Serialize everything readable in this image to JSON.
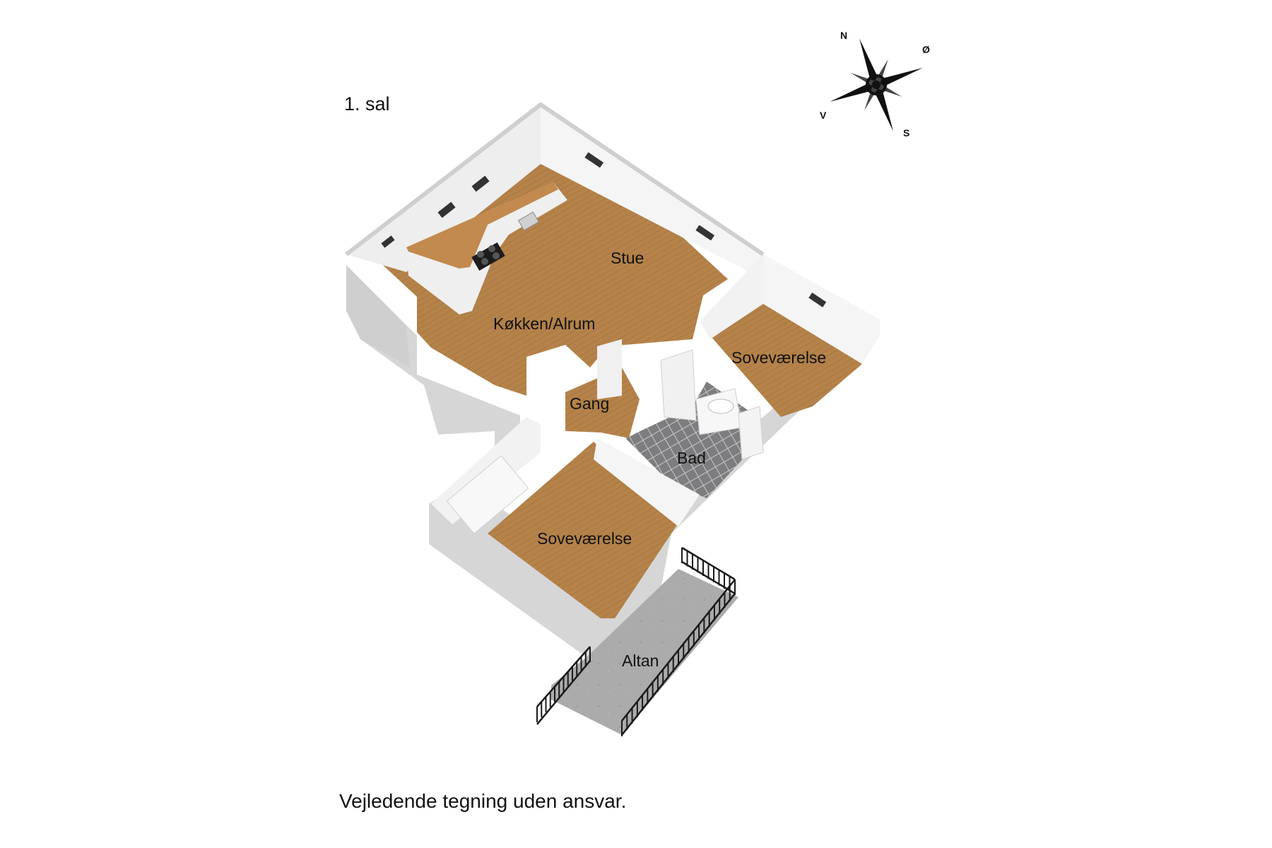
{
  "floor_title": "1. sal",
  "disclaimer": "Vejledende tegning uden ansvar.",
  "compass": {
    "n": "N",
    "e": "Ø",
    "s": "S",
    "w": "V"
  },
  "rooms": {
    "stue": "Stue",
    "kitchen": "Køkken/Alrum",
    "bedroom_east": "Soveværelse",
    "hall": "Gang",
    "bath": "Bad",
    "bedroom_south": "Soveværelse",
    "balcony": "Altan"
  },
  "colors": {
    "floor_wood": "#b5834a",
    "floor_wood_dark": "#9a6a37",
    "wall_top": "#f2f2f2",
    "wall_side": "#d6d6d6",
    "bath_tile": "#7d7d80",
    "balcony_floor": "#a8a8a8",
    "railing": "#1a1a1a"
  }
}
